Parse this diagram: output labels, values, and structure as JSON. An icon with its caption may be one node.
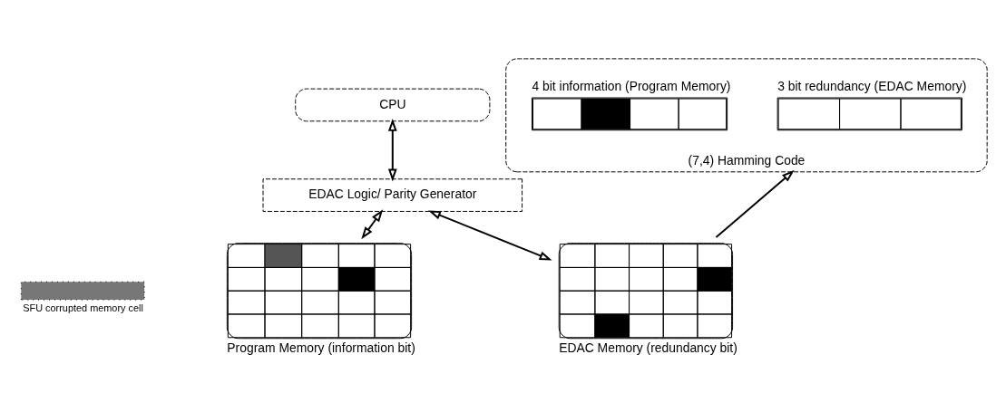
{
  "diagram": {
    "nodes": [
      {
        "text": [
          "CPU"
        ]
      },
      {
        "text": [
          "EDAC Logic/ Parity Generator"
        ]
      },
      {
        "text": [
          "Program Memory (information bit)"
        ]
      },
      {
        "text": [
          "EDAC Memory (redundancy bit)"
        ]
      },
      {
        "text": [
          "(7,4) Hamming Code"
        ]
      },
      {
        "text": [
          "4 bit information (Program Memory)"
        ],
        "in": 4
      },
      {
        "text": [
          "3 bit redundancy (EDAC Memory)"
        ],
        "in": 4
      }
    ],
    "edges": [
      {
        "from": 0,
        "to": 1,
        "arrow": "both"
      },
      {
        "from": 1,
        "to": 2,
        "arrow": "both"
      },
      {
        "from": 1,
        "to": 3,
        "arrow": "both"
      },
      {
        "from": 3,
        "to": 4,
        "arrow": "to"
      }
    ],
    "legend": [
      {
        "text": "SFU corrupted memory cell"
      }
    ]
  }
}
